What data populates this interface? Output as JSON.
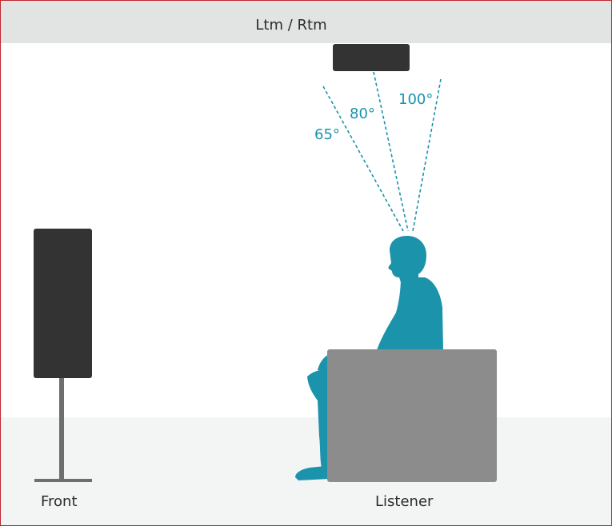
{
  "header": {
    "title": "Ltm / Rtm"
  },
  "angles": {
    "a65": "65°",
    "a80": "80°",
    "a100": "100°"
  },
  "labels": {
    "front": "Front",
    "listener": "Listener"
  },
  "colors": {
    "accent": "#1a93ab",
    "speaker": "#333333",
    "chair": "#8c8c8c",
    "border": "#c0282d",
    "header_band": "#e2e4e4",
    "floor": "#f3f5f5"
  }
}
